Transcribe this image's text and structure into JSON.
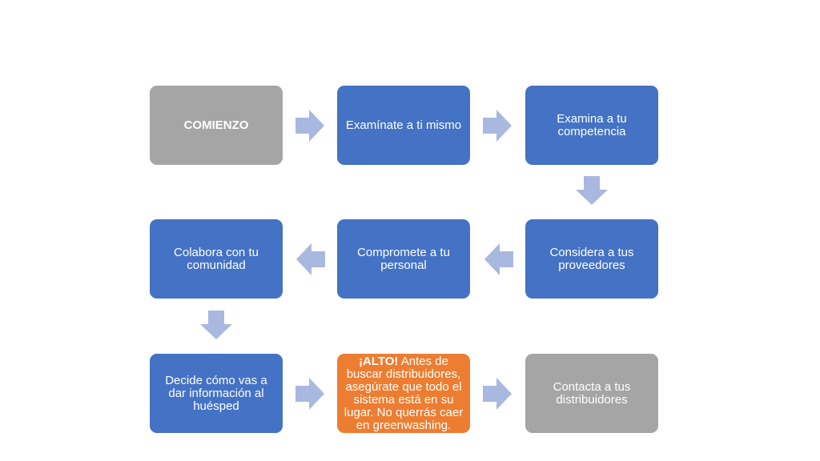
{
  "colors": {
    "gray": "#a5a5a5",
    "blue": "#4472c4",
    "orange": "#ed7d31",
    "arrow": "#a9b8de"
  },
  "steps": [
    {
      "label": "COMIENZO"
    },
    {
      "label": "Examínate a ti mismo"
    },
    {
      "label": "Examina a tu competencia"
    },
    {
      "label": "Considera a tus proveedores"
    },
    {
      "label": "Compromete a tu personal"
    },
    {
      "label": "Colabora con tu comunidad"
    },
    {
      "label": "Decide cómo vas a dar información al huésped"
    },
    {
      "label_bold": "¡ALTO!",
      "label": " Antes de buscar distribuidores, asegúrate que todo el sistema está en su lugar. No querrás caer en greenwashing."
    },
    {
      "label": "Contacta a tus distribuidores"
    }
  ],
  "arrows": [
    {
      "icon": "arrow-right-icon"
    },
    {
      "icon": "arrow-right-icon"
    },
    {
      "icon": "arrow-down-icon"
    },
    {
      "icon": "arrow-left-icon"
    },
    {
      "icon": "arrow-left-icon"
    },
    {
      "icon": "arrow-down-icon"
    },
    {
      "icon": "arrow-right-icon"
    },
    {
      "icon": "arrow-right-icon"
    }
  ]
}
